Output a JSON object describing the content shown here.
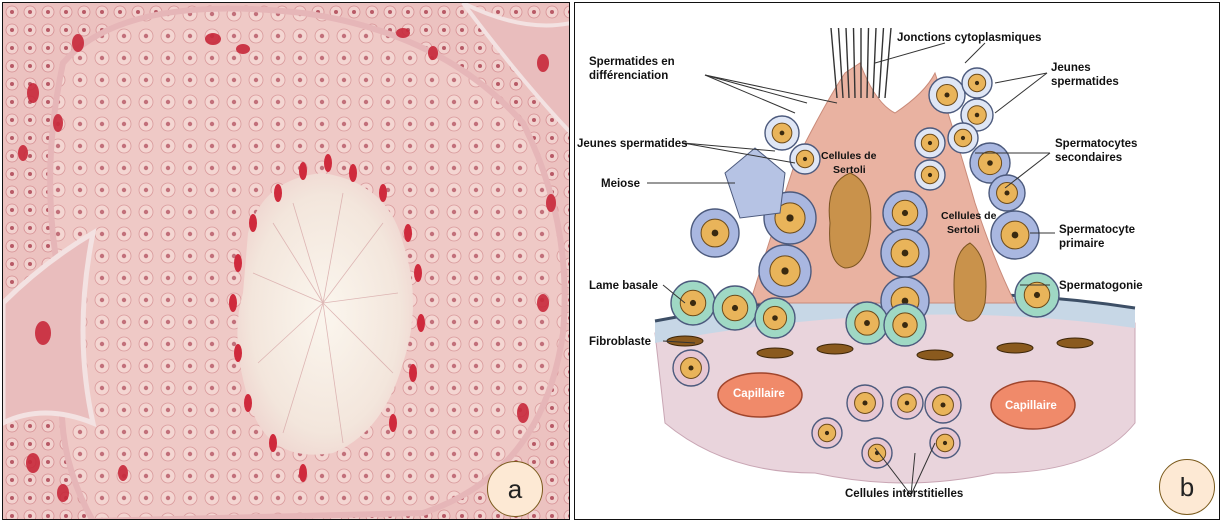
{
  "panel_a": {
    "badge": "a"
  },
  "panel_b": {
    "badge": "b",
    "labels": {
      "jonctions": "Jonctions cytoplasmiques",
      "spermatides_diff_1": "Spermatides en",
      "spermatides_diff_2": "différenciation",
      "jeunes_spermatides_right_1": "Jeunes",
      "jeunes_spermatides_right_2": "spermatides",
      "jeunes_spermatides_left": "Jeunes spermatides",
      "spermatocytes_sec_1": "Spermatocytes",
      "spermatocytes_sec_2": "secondaires",
      "meiose": "Meiose",
      "sertoli_1_a": "Cellules de",
      "sertoli_1_b": "Sertoli",
      "sertoli_2_a": "Cellules de",
      "sertoli_2_b": "Sertoli",
      "spermatocyte_prim_1": "Spermatocyte",
      "spermatocyte_prim_2": "primaire",
      "lame_basale": "Lame basale",
      "spermatogonie": "Spermatogonie",
      "fibroblaste": "Fibroblaste",
      "capillaire_left": "Capillaire",
      "capillaire_right": "Capillaire",
      "cellules_interstitielles": "Cellules interstitielles"
    }
  },
  "colors": {
    "tissue_background": "#f0c8c6",
    "nuclei_stain": "#c8283a",
    "lumen": "#f7f0e6",
    "spermatocyte_cell": "#a9b7e0",
    "nucleus_fill": "#e9b45a",
    "sertoli": "#e9b2a1",
    "spermatogonia": "#9fd8c4",
    "capillary": "#f08a6a"
  }
}
